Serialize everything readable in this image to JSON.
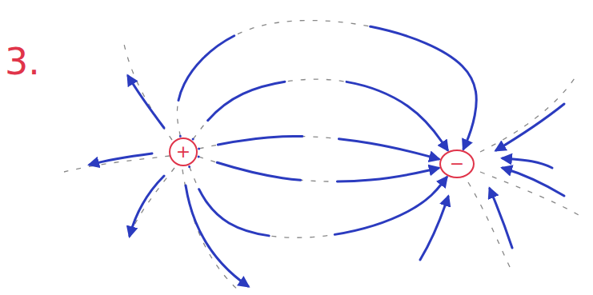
{
  "diagram": {
    "nodes": [
      {
        "text": [
          "+"
        ]
      },
      {
        "text": [
          "−"
        ]
      }
    ],
    "edges": [
      {
        "from": 0,
        "to": 1,
        "arrow": "to"
      },
      {
        "from": 0,
        "to": 1,
        "arrow": "to"
      },
      {
        "from": 0,
        "to": 1,
        "arrow": "to"
      },
      {
        "from": 0,
        "to": 1,
        "arrow": "to"
      },
      {
        "from": 0,
        "to": 1,
        "arrow": "to"
      }
    ],
    "labels": [
      "3."
    ]
  }
}
